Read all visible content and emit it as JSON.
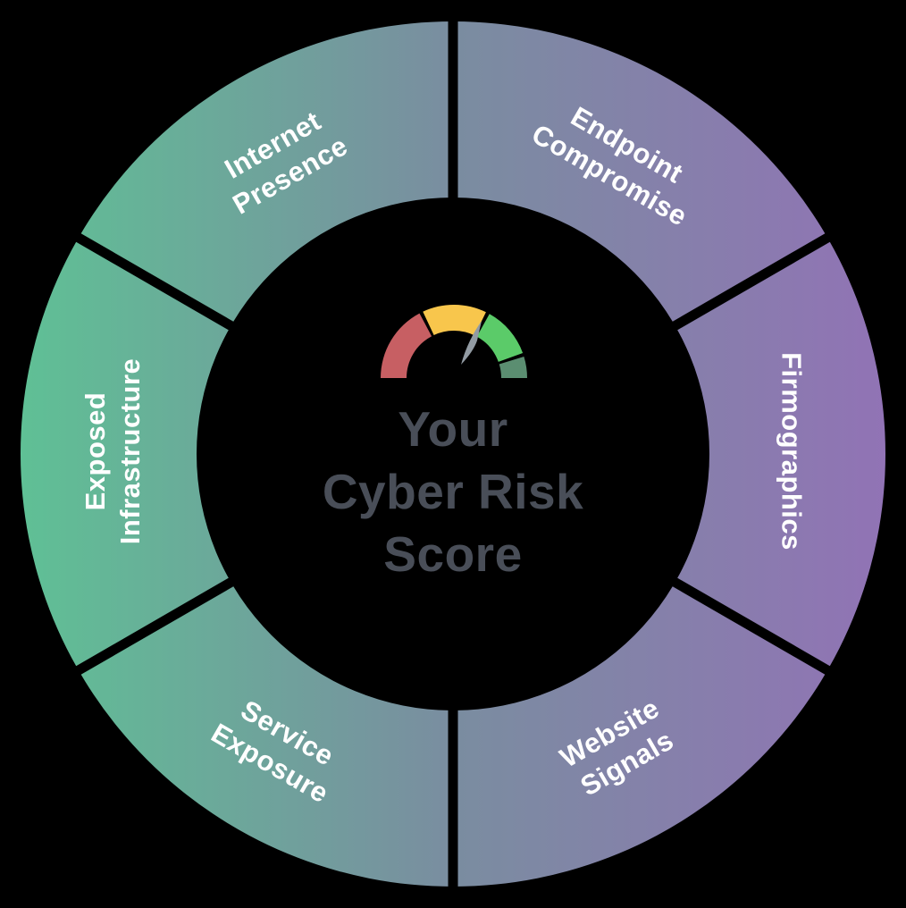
{
  "title": "Your Cyber Risk Score wheel",
  "center": {
    "line1": "Your",
    "line2": "Cyber Risk",
    "line3": "Score"
  },
  "segments": [
    {
      "name": "internet-presence",
      "line1": "Internet",
      "line2": "Presence"
    },
    {
      "name": "endpoint-compromise",
      "line1": "Endpoint",
      "line2": "Compromise"
    },
    {
      "name": "firmographics",
      "line1": "Firmographics",
      "line2": ""
    },
    {
      "name": "website-signals",
      "line1": "Website",
      "line2": "Signals"
    },
    {
      "name": "service-exposure",
      "line1": "Service",
      "line2": "Exposure"
    },
    {
      "name": "exposed-infrastructure",
      "line1": "Exposed",
      "line2": "Infrastructure"
    }
  ],
  "colors": {
    "background": "#000000",
    "ring_gradient_left": "#5fc095",
    "ring_gradient_middle": "#7a8da0",
    "ring_gradient_right": "#9173b5",
    "segment_divider": "#000000",
    "segment_label_text": "#ffffff",
    "center_text": "#494e58",
    "gauge_red": "#c75f63",
    "gauge_yellow": "#f8c64c",
    "gauge_green": "#5bcb69",
    "gauge_teal": "#5b8e71",
    "gauge_needle": "#929ba3"
  }
}
